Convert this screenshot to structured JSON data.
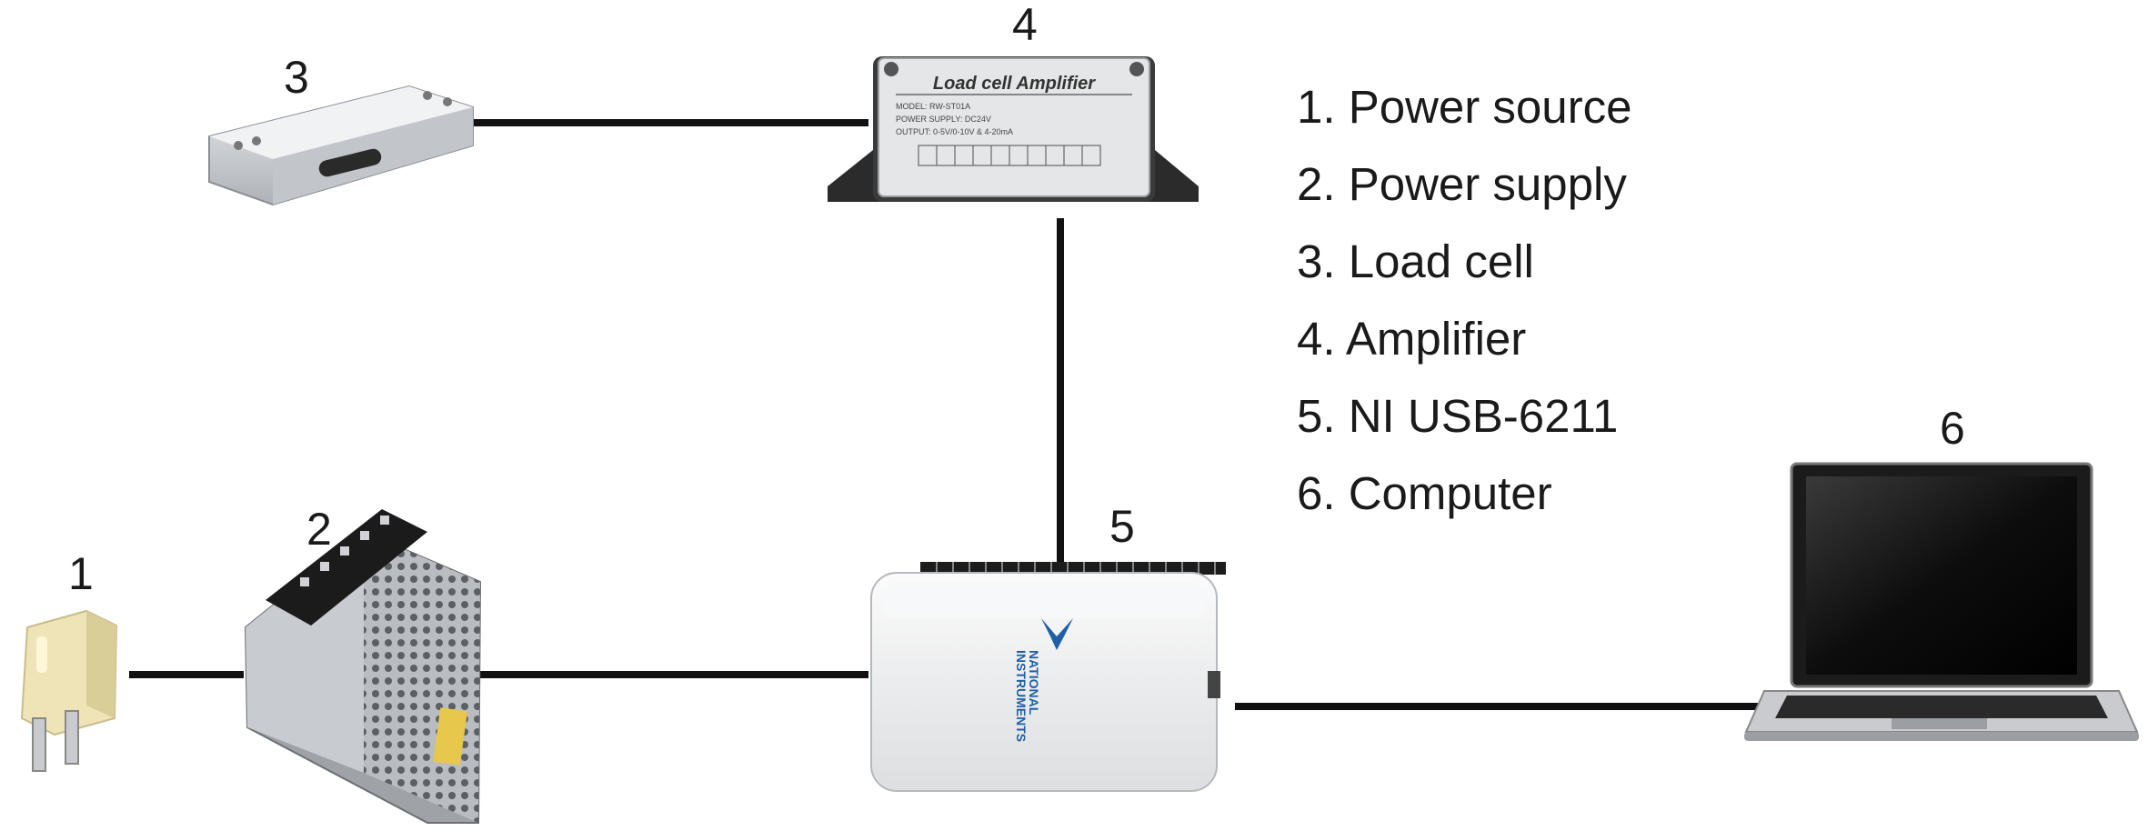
{
  "labels": {
    "power_source": "1",
    "power_supply": "2",
    "load_cell": "3",
    "amplifier": "4",
    "daq": "5",
    "computer": "6"
  },
  "legend": [
    "1. Power source",
    "2. Power supply",
    "3. Load cell",
    "4. Amplifier",
    "5. NI USB-6211",
    "6. Computer"
  ],
  "amplifier_panel": {
    "title": "Load cell Amplifier",
    "model": "MODEL: RW-ST01A",
    "power": "POWER SUPPLY: DC24V",
    "output": "OUTPUT: 0-5V/0-10V & 4-20mA"
  },
  "daq_brand": [
    "NATIONAL",
    "INSTRUMENTS"
  ],
  "colors": {
    "cable": "#111111",
    "plug": "#efe4b8",
    "load_cell": "#d3d6da",
    "amplifier_body": "#2b2b2b",
    "amplifier_plate": "#e4e6e8",
    "daq_body": "#f3f4f5",
    "ni_brand": "#1f5fa8",
    "laptop_screen": "#151515"
  }
}
